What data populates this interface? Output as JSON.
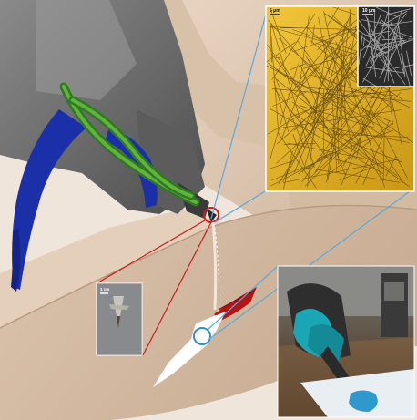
{
  "figure": {
    "scale_bars": {
      "fiber_micrograph": "5 μm",
      "sem_micrograph": "10 μm",
      "nozzle_tip": "1 cm"
    }
  }
}
